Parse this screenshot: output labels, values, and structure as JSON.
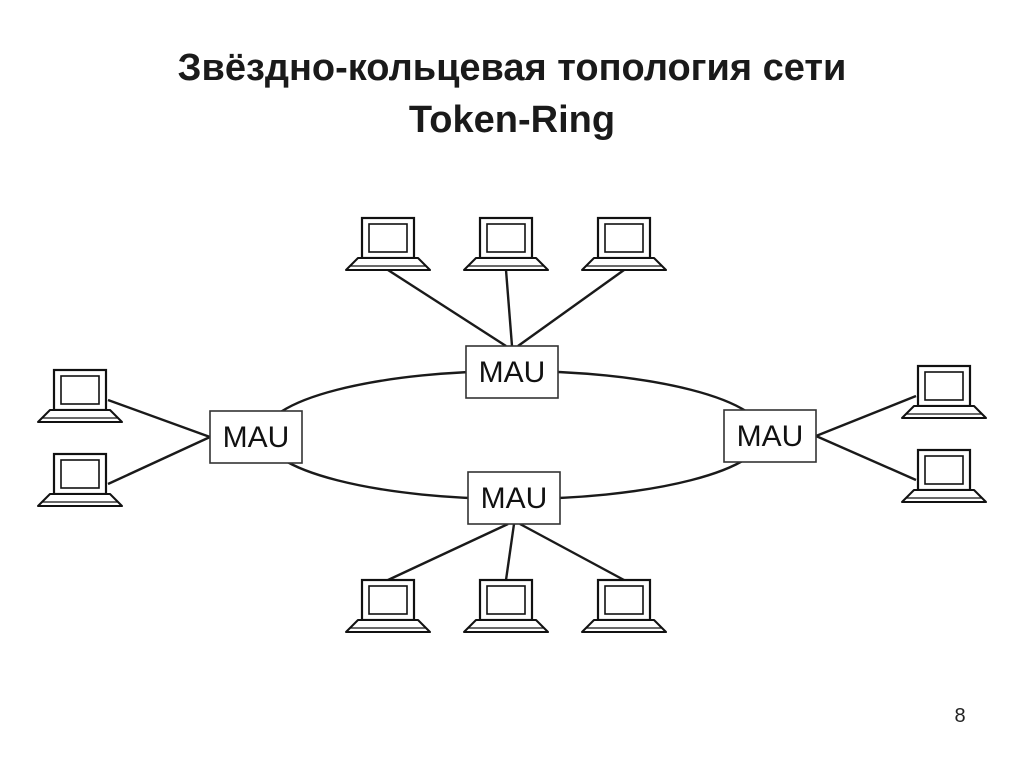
{
  "slide": {
    "title_line1": "Звёздно-кольцевая топология сети",
    "title_line2": "Token-Ring",
    "page_number": "8"
  },
  "diagram": {
    "hubs": [
      {
        "id": "top",
        "label": "MAU",
        "computers": 3
      },
      {
        "id": "left",
        "label": "MAU",
        "computers": 2
      },
      {
        "id": "right",
        "label": "MAU",
        "computers": 2
      },
      {
        "id": "bottom",
        "label": "MAU",
        "computers": 3
      }
    ],
    "icon": "desktop-computer-icon"
  }
}
